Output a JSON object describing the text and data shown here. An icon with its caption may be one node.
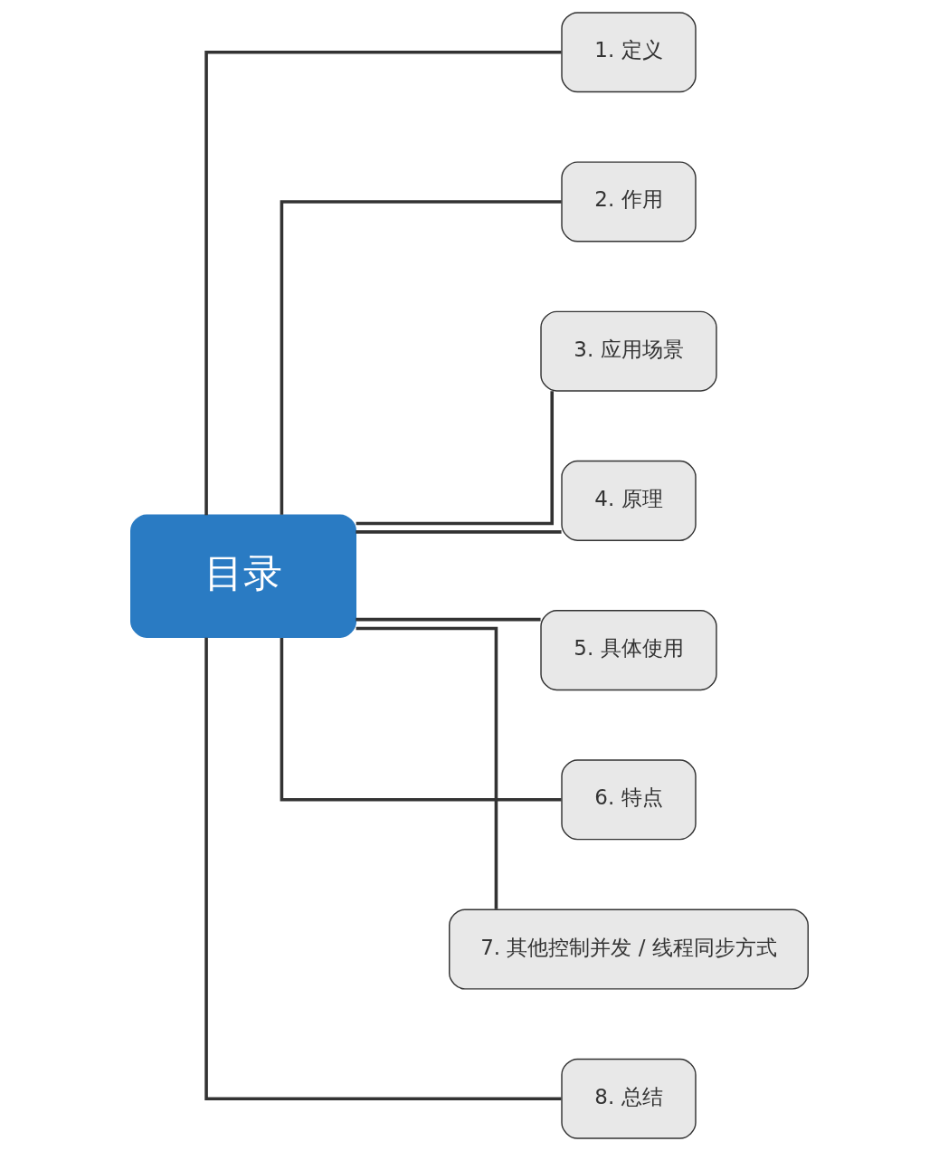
{
  "diagram": {
    "nodes": [
      {
        "text": [
          "目录"
        ]
      },
      {
        "text": [
          "1. 定义"
        ]
      },
      {
        "text": [
          "2. 作用"
        ]
      },
      {
        "text": [
          "3. 应用场景"
        ]
      },
      {
        "text": [
          "4. 原理"
        ]
      },
      {
        "text": [
          "5. 具体使用"
        ]
      },
      {
        "text": [
          "6. 特点"
        ]
      },
      {
        "text": [
          "7. 其他控制并发 / 线程同步方式"
        ]
      },
      {
        "text": [
          "8. 总结"
        ]
      }
    ],
    "edges": [
      {
        "from": 0,
        "to": 1,
        "arrow": "none"
      },
      {
        "from": 0,
        "to": 2,
        "arrow": "none"
      },
      {
        "from": 0,
        "to": 3,
        "arrow": "none"
      },
      {
        "from": 0,
        "to": 4,
        "arrow": "none"
      },
      {
        "from": 0,
        "to": 5,
        "arrow": "none"
      },
      {
        "from": 0,
        "to": 6,
        "arrow": "none"
      },
      {
        "from": 0,
        "to": 7,
        "arrow": "none"
      },
      {
        "from": 0,
        "to": 8,
        "arrow": "none"
      }
    ]
  }
}
